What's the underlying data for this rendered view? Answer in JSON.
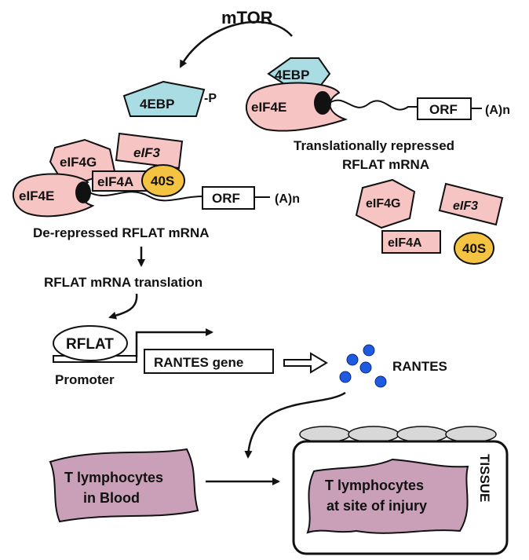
{
  "colors": {
    "blue_protein": "#A9DCE3",
    "pink_protein": "#F7C4C4",
    "ribosome": "#F5C342",
    "lymphocyte": "#C9A0B8",
    "dots": "#1E5BE0",
    "stroke": "#111111"
  },
  "labels": {
    "mtor": "mTOR",
    "phospho": "P",
    "ebp_bound": "4EBP",
    "ebp_free": "4EBP",
    "eif4e_repressed": "eIF4E",
    "orf_repressed": "ORF",
    "polya_repressed": "(A)n",
    "repressed_caption_1": "Translationally repressed",
    "repressed_caption_2": "RFLAT mRNA",
    "free_eif4g": "eIF4G",
    "free_eif3": "eIF3",
    "free_eif4a": "eIF4A",
    "free_40s": "40S",
    "complex_eif4g": "eIF4G",
    "complex_eif3": "eIF3",
    "complex_eif4a": "eIF4A",
    "complex_40s": "40S",
    "complex_eif4e": "eIF4E",
    "orf_derepressed": "ORF",
    "polya_derepressed": "(A)n",
    "derepressed_caption": "De-repressed RFLAT mRNA",
    "translation_caption": "RFLAT mRNA translation",
    "rflat": "RFLAT",
    "promoter": "Promoter",
    "rantes_gene": "RANTES gene",
    "rantes": "RANTES",
    "t_blood_1": "T lymphocytes",
    "t_blood_2": "in Blood",
    "t_injury_1": "T lymphocytes",
    "t_injury_2": "at site of injury",
    "tissue": "TISSUE"
  }
}
